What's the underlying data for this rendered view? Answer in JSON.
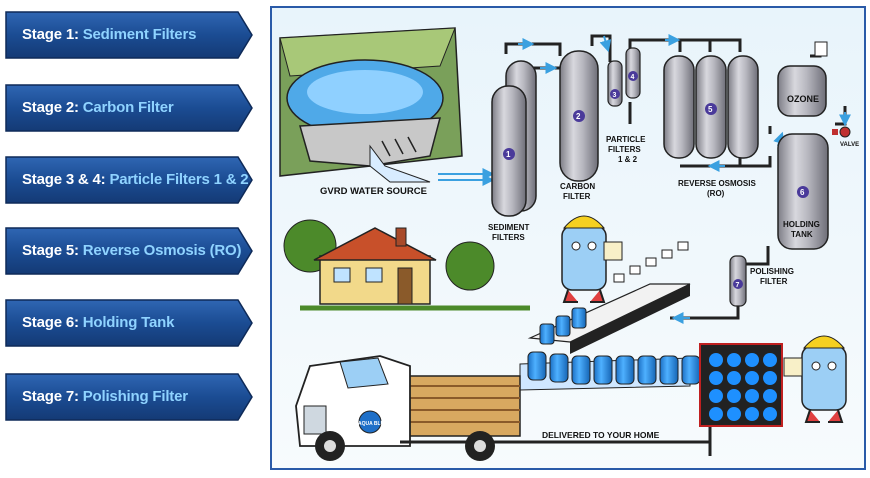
{
  "stages": [
    {
      "prefix": "Stage 1:",
      "name": "Sediment Filters"
    },
    {
      "prefix": "Stage 2:",
      "name": "Carbon Filter"
    },
    {
      "prefix": "Stage 3 & 4:",
      "name": "Particle Filters 1 & 2"
    },
    {
      "prefix": "Stage 5:",
      "name": "Reverse Osmosis (RO)"
    },
    {
      "prefix": "Stage 6:",
      "name": "Holding Tank"
    },
    {
      "prefix": "Stage 7:",
      "name": "Polishing Filter"
    }
  ],
  "diagram": {
    "source_label": "GVRD WATER SOURCE",
    "sediment_l1": "SEDIMENT",
    "sediment_l2": "FILTERS",
    "carbon_l1": "CARBON",
    "carbon_l2": "FILTER",
    "particle_l1": "PARTICLE",
    "particle_l2": "FILTERS",
    "particle_l3": "1 & 2",
    "ro_l1": "REVERSE OSMOSIS",
    "ro_l2": "(RO)",
    "ozone": "OZONE",
    "valve": "VALVE",
    "holding_l1": "HOLDING",
    "holding_l2": "TANK",
    "polishing_l1": "POLISHING",
    "polishing_l2": "FILTER",
    "delivered": "DELIVERED TO YOUR HOME",
    "truck_brand": "AQUA BLUE",
    "num1": "1",
    "num2": "2",
    "num3": "3",
    "num4": "4",
    "num5": "5",
    "num6": "6",
    "num7": "7"
  },
  "colors": {
    "stage_fill": "#1a4a8c",
    "stage_name": "#8fd3ff",
    "frame": "#2a5aa8",
    "pipe": "#222222",
    "arrow": "#3aa0e0",
    "bottle": "#2e8be0"
  }
}
